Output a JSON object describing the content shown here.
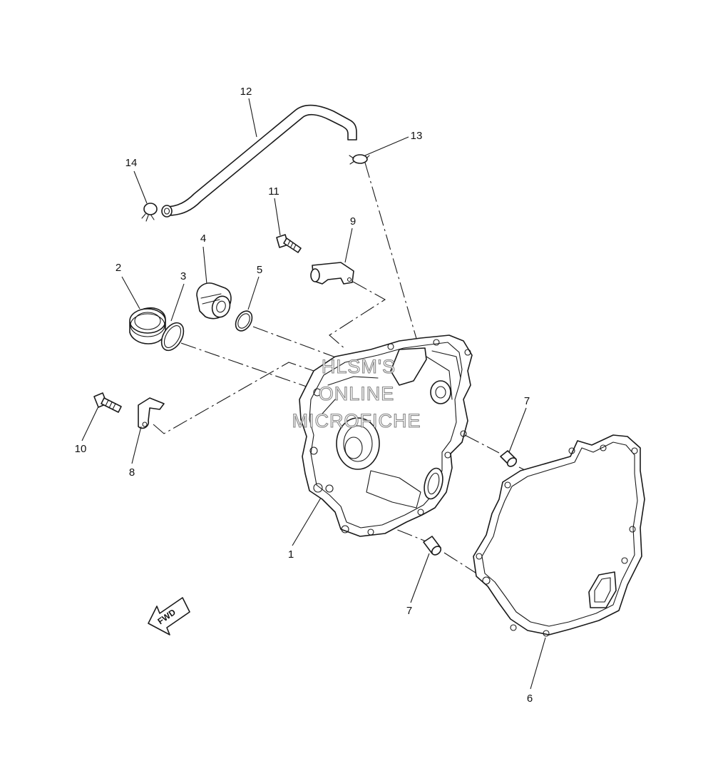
{
  "callouts": {
    "c1": "1",
    "c2": "2",
    "c3": "3",
    "c4": "4",
    "c5": "5",
    "c6": "6",
    "c7a": "7",
    "c7b": "7",
    "c8": "8",
    "c9": "9",
    "c10": "10",
    "c11": "11",
    "c12": "12",
    "c13": "13",
    "c14": "14"
  },
  "watermark": {
    "line1": "HLSM'S",
    "line2": "ONLINE",
    "line3": "MICROFICHE"
  },
  "fwd_label": "FWD",
  "colors": {
    "line": "#1a1a1a",
    "watermark_outline": "#7a7a7a",
    "background": "#ffffff"
  }
}
